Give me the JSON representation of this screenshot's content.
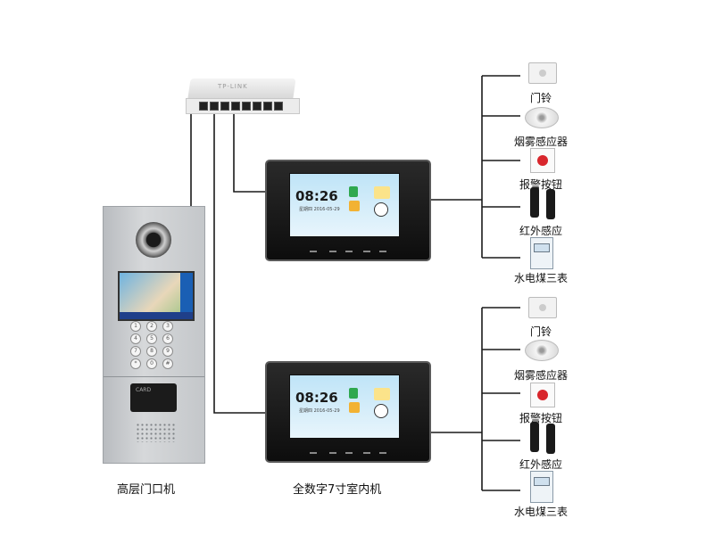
{
  "labels": {
    "door_unit": "高层门口机",
    "monitor": "全数字7寸室内机"
  },
  "monitors": [
    {
      "time": "08:26",
      "date": "星期四 2016-05-29"
    },
    {
      "time": "08:26",
      "date": "星期四 2016-05-29"
    }
  ],
  "door_unit": {
    "keys": [
      "1",
      "2",
      "3",
      "4",
      "5",
      "6",
      "7",
      "8",
      "9",
      "*",
      "0",
      "#"
    ],
    "card_text": "CARD"
  },
  "switch": {
    "brand": "TP-LINK"
  },
  "sensor_groups": [
    [
      "门铃",
      "烟雾感应器",
      "报警按钮",
      "红外感应",
      "水电煤三表"
    ],
    [
      "门铃",
      "烟雾感应器",
      "报警按钮",
      "红外感应",
      "水电煤三表"
    ]
  ],
  "colors": {
    "line": "#1a1a1a",
    "alarm": "#d8262c",
    "screen_accent": "#1a5fb4"
  }
}
